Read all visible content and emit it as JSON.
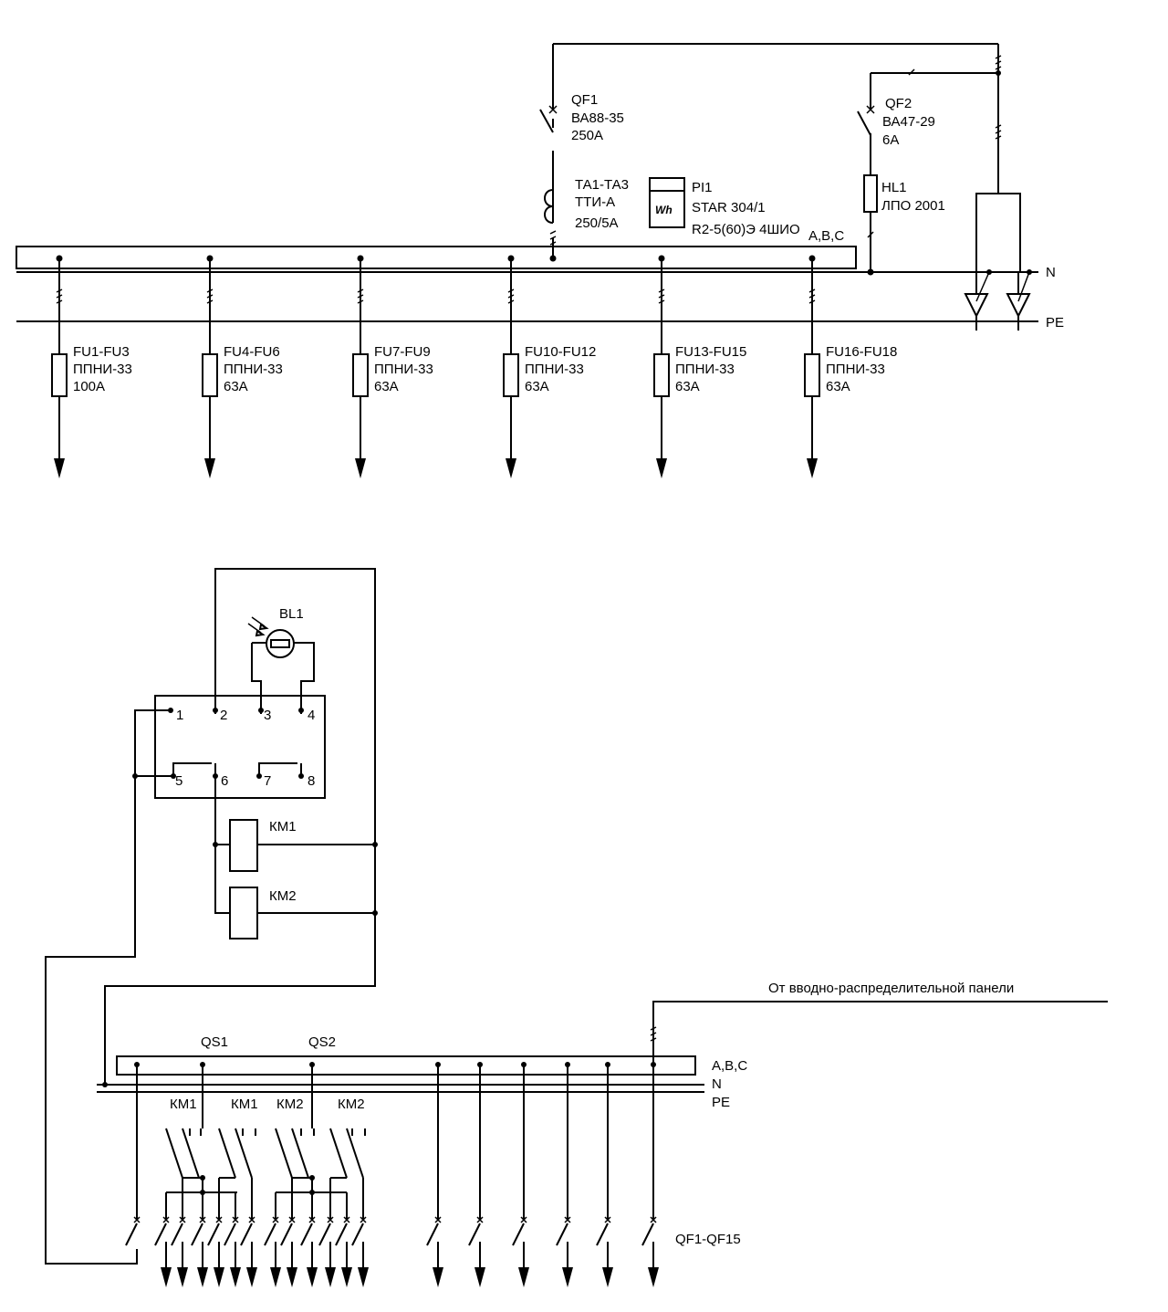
{
  "top": {
    "qf1": {
      "name": "QF1",
      "type": "ВА88-35",
      "rating": "250А"
    },
    "ta": {
      "name": "ТА1-ТА3",
      "type": "ТТИ-А",
      "ratio": "250/5А"
    },
    "pi": {
      "name": "PI1",
      "type": "STAR 304/1",
      "spec": "R2-5(60)Э 4ШИО",
      "symbol": "Wh"
    },
    "qf2": {
      "name": "QF2",
      "type": "ВА47-29",
      "rating": "6А"
    },
    "hl": {
      "name": "HL1",
      "type": "ЛПО 2001"
    },
    "bus_abc": "А,В,С",
    "bus_n": "N",
    "bus_pe": "РЕ",
    "fuses": [
      {
        "name": "FU1-FU3",
        "type": "ППНИ-33",
        "rating": "100А"
      },
      {
        "name": "FU4-FU6",
        "type": "ППНИ-33",
        "rating": "63А"
      },
      {
        "name": "FU7-FU9",
        "type": "ППНИ-33",
        "rating": "63А"
      },
      {
        "name": "FU10-FU12",
        "type": "ППНИ-33",
        "rating": "63А"
      },
      {
        "name": "FU13-FU15",
        "type": "ППНИ-33",
        "rating": "63А"
      },
      {
        "name": "FU16-FU18",
        "type": "ППНИ-33",
        "rating": "63А"
      }
    ]
  },
  "bottom": {
    "sensor": "BL1",
    "terminals": [
      "1",
      "2",
      "3",
      "4",
      "5",
      "6",
      "7",
      "8"
    ],
    "km1": "КМ1",
    "km2": "КМ2",
    "source": "От вводно-распределительной панели",
    "qs1": "QS1",
    "qs2": "QS2",
    "bus_abc": "А,В,С",
    "bus_n": "N",
    "bus_pe": "РЕ",
    "contactors": [
      "КМ1",
      "КМ1",
      "КМ2",
      "КМ2"
    ],
    "breakers": "QF1-QF15"
  }
}
